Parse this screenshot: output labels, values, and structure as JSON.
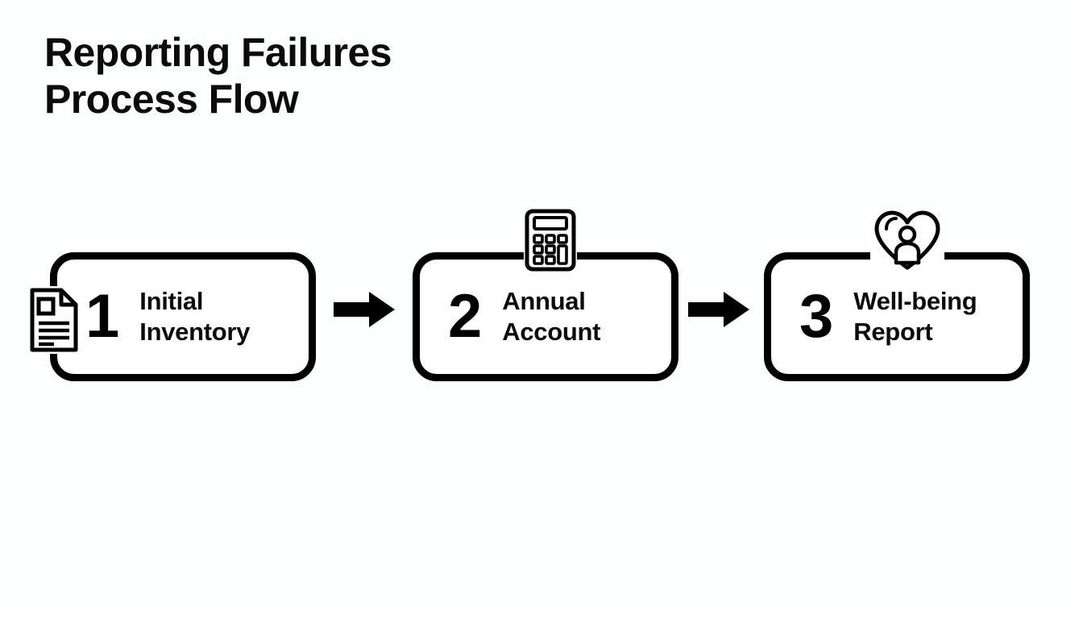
{
  "title": {
    "line1": "Reporting Failures",
    "line2": "Process Flow"
  },
  "colors": {
    "background": "#fdfefe",
    "foreground": "#000000",
    "box_fill": "#ffffff",
    "text": "#0b0b0b"
  },
  "flow": {
    "steps": [
      {
        "number": "1",
        "label": "Initial\nInventory",
        "label_line1": "Initial",
        "label_line2": "Inventory",
        "icon": "document-icon",
        "icon_position": "left-edge"
      },
      {
        "number": "2",
        "label": "Annual\nAccount",
        "label_line1": "Annual",
        "label_line2": "Account",
        "icon": "calculator-icon",
        "icon_position": "top-edge"
      },
      {
        "number": "3",
        "label": "Well-being\nReport",
        "label_line1": "Well-being",
        "label_line2": "Report",
        "icon": "heart-person-icon",
        "icon_position": "top-edge"
      }
    ],
    "connectors": [
      {
        "name": "arrow-right-icon",
        "from": "1",
        "to": "2"
      },
      {
        "name": "arrow-right-icon",
        "from": "2",
        "to": "3"
      }
    ]
  }
}
